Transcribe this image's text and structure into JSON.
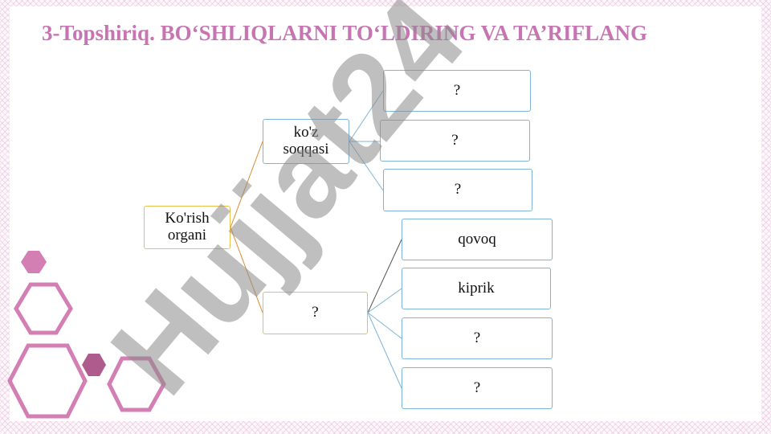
{
  "title": "3-Topshiriq. BO‘SHLIQLARNI TO‘LDIRING VA TA’RIFLANG",
  "watermark": "Hujjat24",
  "root": {
    "label": "Ko'rish\norgani"
  },
  "branches": [
    {
      "label": "ko'z\nsoqqasi",
      "children": [
        "?",
        "?",
        "?"
      ]
    },
    {
      "label": "?",
      "children": [
        "qovoq",
        "kiprik",
        "?",
        "?"
      ]
    }
  ],
  "colors": {
    "title": "#c774b3",
    "root_border": "#e9c04a",
    "leaf_border": "#7fb4d8",
    "hexagon_pink": "#d47fb4",
    "hexagon_dark": "#a0407a"
  }
}
